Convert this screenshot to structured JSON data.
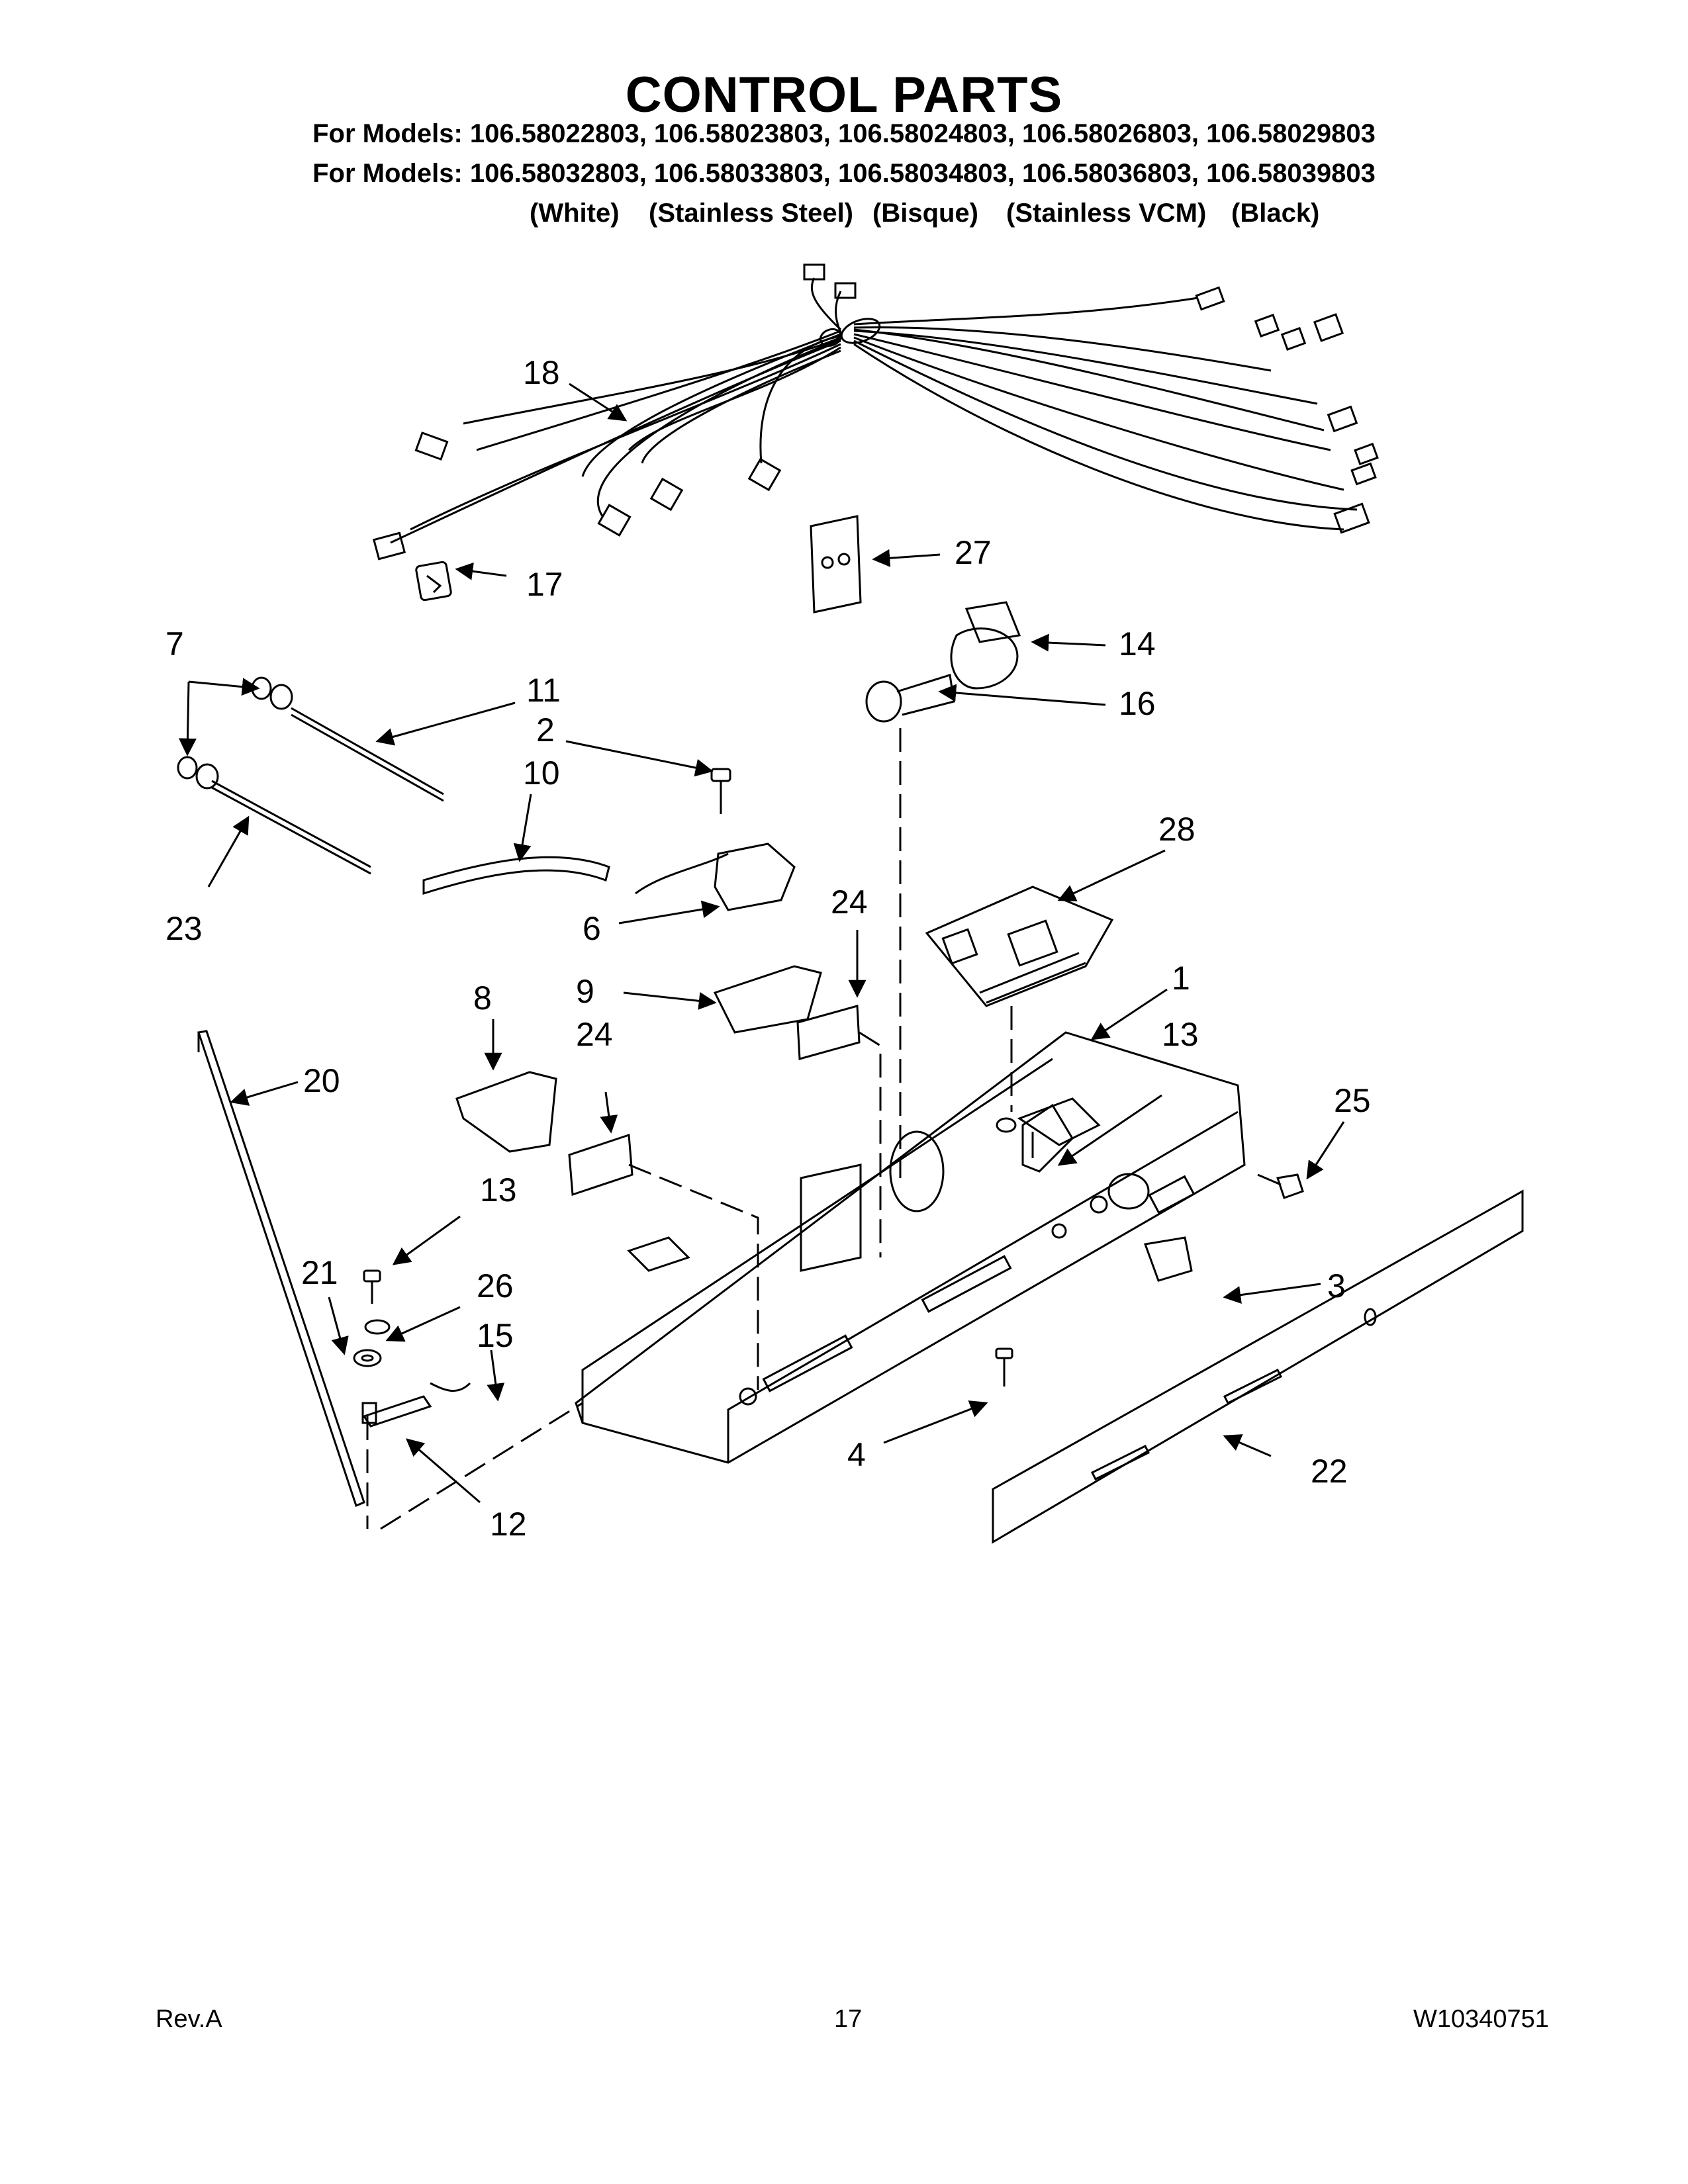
{
  "header": {
    "title": "CONTROL PARTS",
    "models_line_1": "For Models: 106.58022803, 106.58023803, 106.58024803, 106.58026803, 106.58029803",
    "models_line_2": "For Models: 106.58032803, 106.58033803, 106.58034803, 106.58036803, 106.58039803",
    "variants": [
      "(White)",
      "(Stainless Steel)",
      "(Bisque)",
      "(Stainless VCM)",
      "(Black)"
    ]
  },
  "callouts": [
    "1",
    "2",
    "3",
    "4",
    "6",
    "7",
    "8",
    "9",
    "10",
    "11",
    "12",
    "13",
    "13",
    "14",
    "15",
    "16",
    "17",
    "18",
    "20",
    "21",
    "22",
    "23",
    "24",
    "24",
    "25",
    "26",
    "27",
    "28"
  ],
  "footer": {
    "revision": "Rev.A",
    "page_number": "17",
    "document_number": "W10340751"
  }
}
